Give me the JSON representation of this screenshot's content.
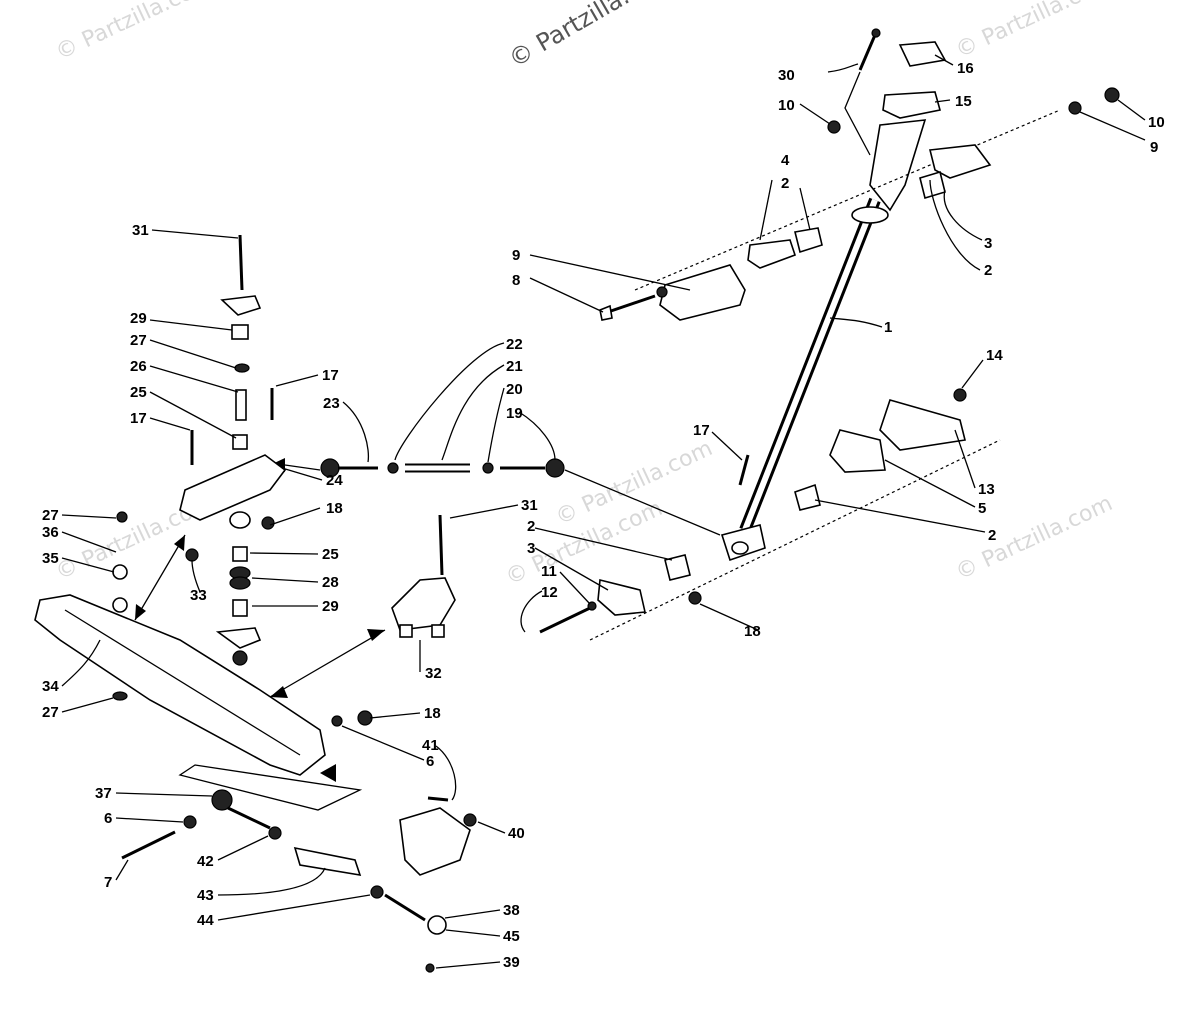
{
  "watermarks": [
    "© Partzilla.com",
    "© Partzilla.com",
    "© Partzilla.com",
    "© Partzilla.com",
    "© Partzilla.com",
    "© Partzilla.com",
    "© Partzilla.com"
  ],
  "callouts": [
    "30",
    "16",
    "15",
    "10",
    "10",
    "9",
    "4",
    "2",
    "3",
    "2",
    "9",
    "8",
    "1",
    "14",
    "13",
    "5",
    "2",
    "17",
    "31",
    "29",
    "27",
    "26",
    "25",
    "17",
    "17",
    "22",
    "21",
    "20",
    "19",
    "23",
    "24",
    "18",
    "27",
    "36",
    "35",
    "33",
    "25",
    "28",
    "29",
    "31",
    "2",
    "3",
    "11",
    "12",
    "18",
    "34",
    "27",
    "32",
    "18",
    "6",
    "41",
    "37",
    "6",
    "7",
    "40",
    "42",
    "43",
    "44",
    "38",
    "45",
    "39"
  ]
}
